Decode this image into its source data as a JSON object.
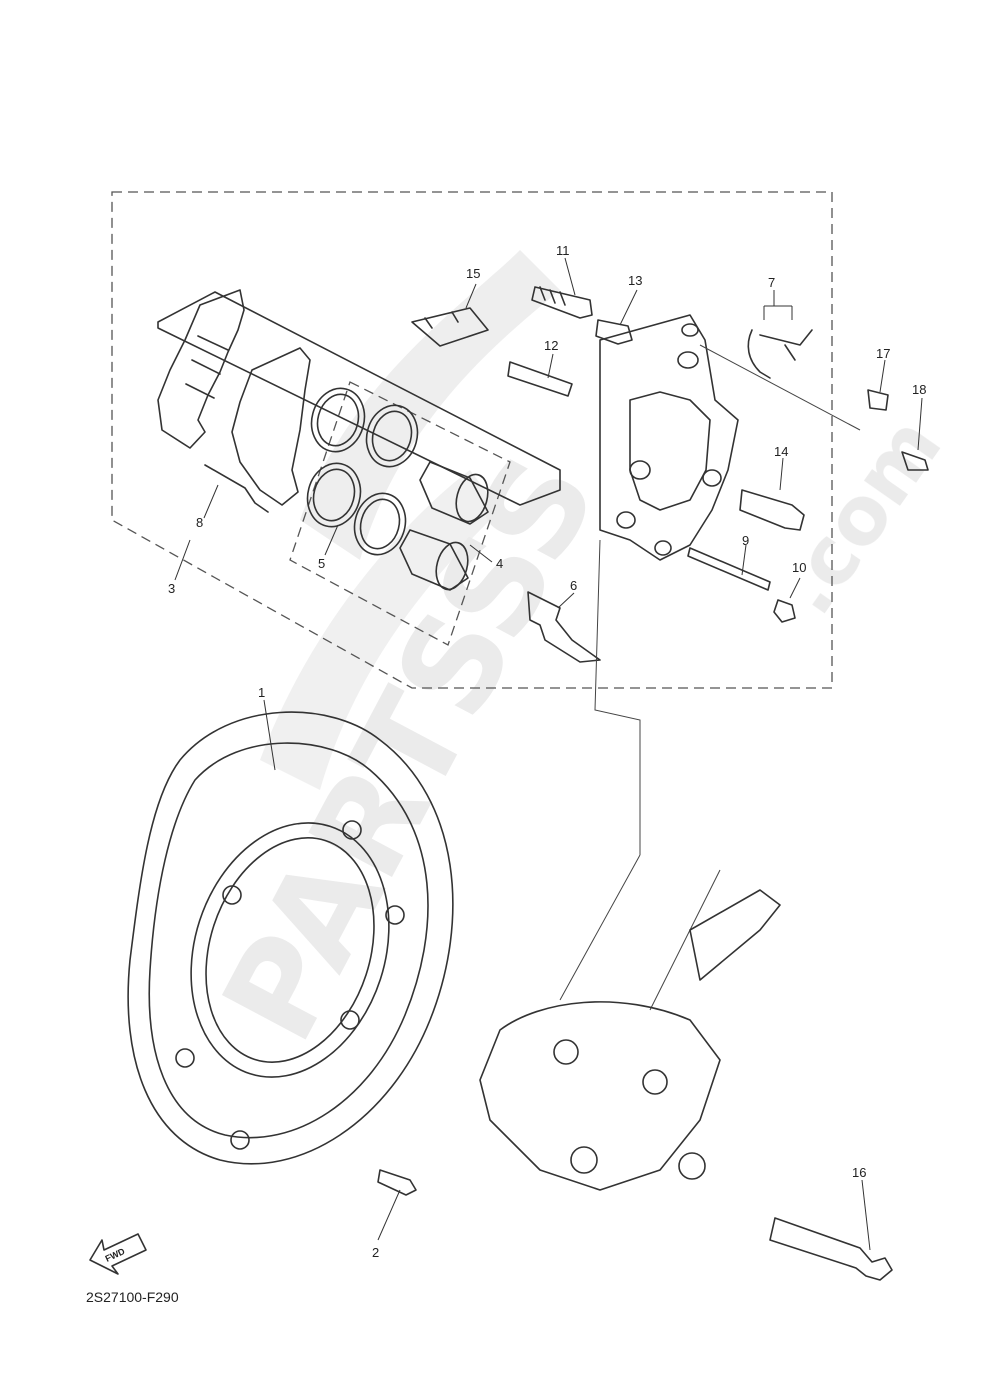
{
  "watermark": {
    "brand": "PARTSSS",
    "suffix": ".com"
  },
  "diagram_code": "2S27100-F290",
  "fwd_label": "FWD",
  "callouts": {
    "c1": "1",
    "c2": "2",
    "c3": "3",
    "c4": "4",
    "c5": "5",
    "c6": "6",
    "c7": "7",
    "c8": "8",
    "c9": "9",
    "c10": "10",
    "c11": "11",
    "c12": "12",
    "c13": "13",
    "c14": "14",
    "c15": "15",
    "c16": "16",
    "c17": "17",
    "c18": "18"
  }
}
